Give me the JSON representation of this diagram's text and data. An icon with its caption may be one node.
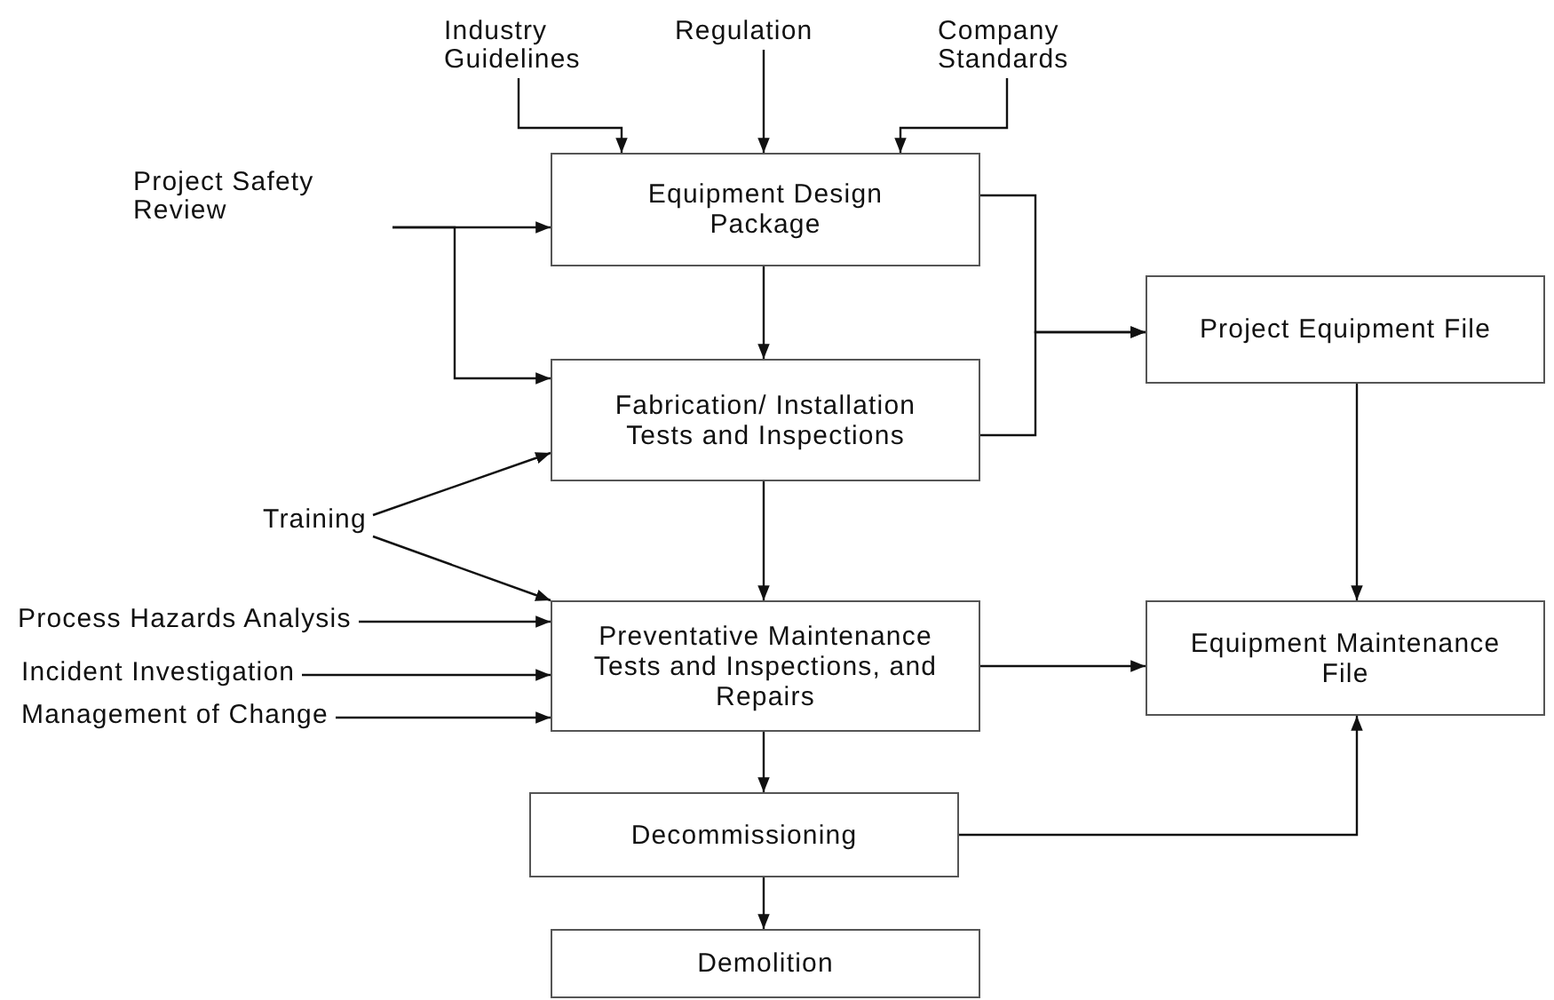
{
  "diagram": {
    "nodes": [
      {
        "text": [
          "Industry Guidelines"
        ]
      },
      {
        "text": [
          "Regulation"
        ]
      },
      {
        "text": [
          "Company Standards"
        ]
      },
      {
        "text": [
          "Project Safety Review"
        ]
      },
      {
        "text": [
          "Equipment Design Package"
        ]
      },
      {
        "text": [
          "Fabrication/ Installation Tests and Inspections"
        ]
      },
      {
        "text": [
          "Training"
        ]
      },
      {
        "text": [
          "Process Hazards Analysis"
        ]
      },
      {
        "text": [
          "Incident Investigation"
        ]
      },
      {
        "text": [
          "Management of Change"
        ]
      },
      {
        "text": [
          "Preventative Maintenance Tests and Inspections, and Repairs"
        ]
      },
      {
        "text": [
          "Decommissioning"
        ]
      },
      {
        "text": [
          "Demolition"
        ]
      },
      {
        "text": [
          "Project Equipment File"
        ]
      },
      {
        "text": [
          "Equipment Maintenance File"
        ]
      }
    ],
    "edges": [
      {
        "from": 0,
        "to": 4,
        "arrow": "to"
      },
      {
        "from": 1,
        "to": 4,
        "arrow": "to"
      },
      {
        "from": 2,
        "to": 4,
        "arrow": "to"
      },
      {
        "from": 3,
        "to": 4,
        "arrow": "to"
      },
      {
        "from": 3,
        "to": 5,
        "arrow": "to"
      },
      {
        "from": 4,
        "to": 5,
        "arrow": "to"
      },
      {
        "from": 4,
        "to": 13,
        "arrow": "to"
      },
      {
        "from": 5,
        "to": 13,
        "arrow": "to"
      },
      {
        "from": 6,
        "to": 5,
        "arrow": "to"
      },
      {
        "from": 6,
        "to": 10,
        "arrow": "to"
      },
      {
        "from": 5,
        "to": 10,
        "arrow": "to"
      },
      {
        "from": 7,
        "to": 10,
        "arrow": "to"
      },
      {
        "from": 8,
        "to": 10,
        "arrow": "to"
      },
      {
        "from": 9,
        "to": 10,
        "arrow": "to"
      },
      {
        "from": 10,
        "to": 14,
        "arrow": "to"
      },
      {
        "from": 13,
        "to": 14,
        "arrow": "to"
      },
      {
        "from": 10,
        "to": 11,
        "arrow": "to"
      },
      {
        "from": 11,
        "to": 12,
        "arrow": "to"
      },
      {
        "from": 11,
        "to": 14,
        "arrow": "to"
      }
    ]
  }
}
